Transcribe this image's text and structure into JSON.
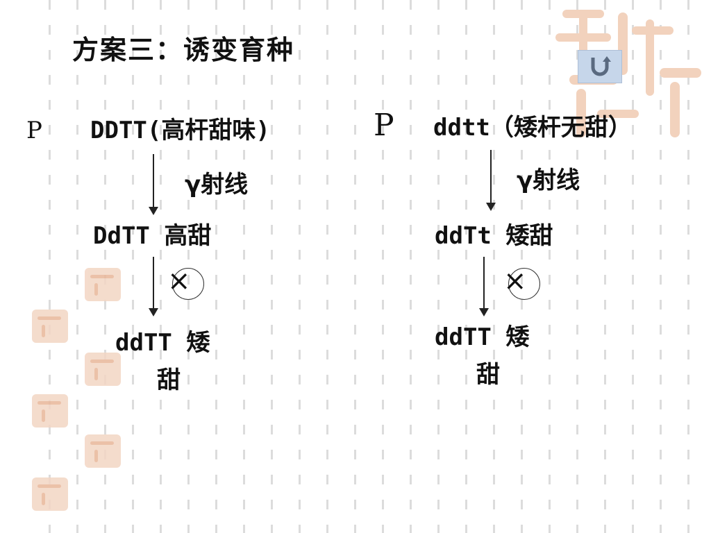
{
  "title": "方案三：诱变育种",
  "left": {
    "p_label": "P",
    "parent": "DDTT(高杆甜味)",
    "treatment": "γ射线",
    "mutant": "DdTT 高甜",
    "cross_symbol": "×",
    "offspring_line1": "ddTT 矮",
    "offspring_line2": "甜"
  },
  "right": {
    "p_label": "P",
    "parent": "ddtt（矮杆无甜）",
    "treatment": "γ射线",
    "mutant": "ddTt 矮甜",
    "cross_symbol": "×",
    "offspring_line1": "ddTT 矮",
    "offspring_line2": "甜"
  },
  "icons": {
    "back": "return-arrow-icon",
    "seal": "auspicious-seal-icon"
  },
  "colors": {
    "seal": "#f2d2bd",
    "back_button": "#c6d6ea"
  }
}
